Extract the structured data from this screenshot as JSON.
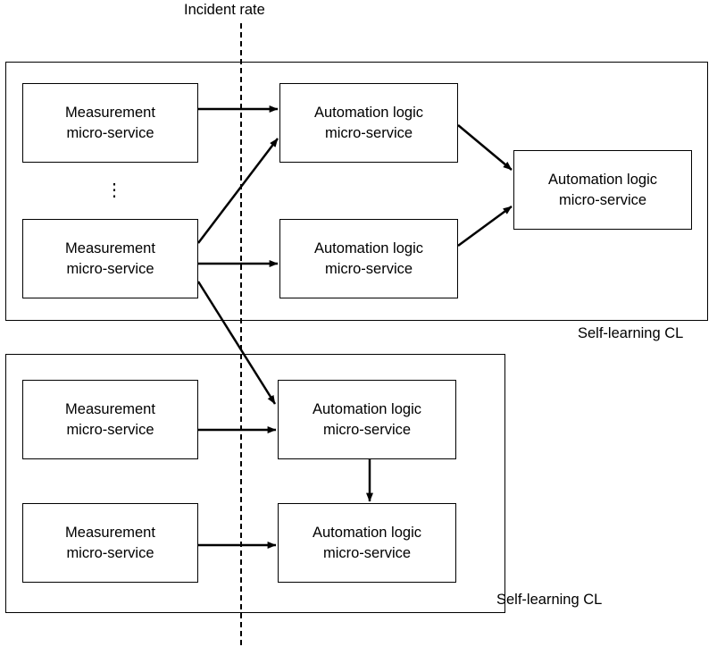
{
  "diagram": {
    "title_label": "Incident rate",
    "vertical_dots": "⋮",
    "groups": [
      {
        "caption": "Self-learning CL"
      },
      {
        "caption": "Self-learning CL"
      }
    ],
    "nodes": [
      {
        "id": "m1",
        "line1": "Measurement",
        "line2": "micro-service"
      },
      {
        "id": "m2",
        "line1": "Measurement",
        "line2": "micro-service"
      },
      {
        "id": "a1",
        "line1": "Automation logic",
        "line2": "micro-service"
      },
      {
        "id": "a2",
        "line1": "Automation logic",
        "line2": "micro-service"
      },
      {
        "id": "a3",
        "line1": "Automation logic",
        "line2": "micro-service"
      },
      {
        "id": "m3",
        "line1": "Measurement",
        "line2": "micro-service"
      },
      {
        "id": "m4",
        "line1": "Measurement",
        "line2": "micro-service"
      },
      {
        "id": "a4",
        "line1": "Automation logic",
        "line2": "micro-service"
      },
      {
        "id": "a5",
        "line1": "Automation logic",
        "line2": "micro-service"
      }
    ],
    "colors": {
      "stroke": "#000000",
      "background": "#ffffff",
      "text": "#000000"
    }
  }
}
